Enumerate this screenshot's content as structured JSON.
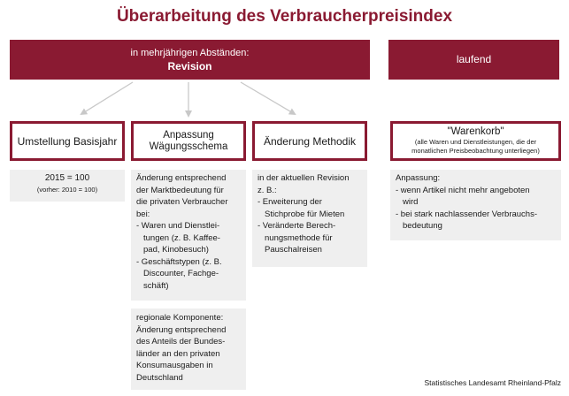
{
  "title": "Überarbeitung des Verbraucherpreisindex",
  "banner_left": {
    "line1": "in mehrjährigen Abständen:",
    "line2": "Revision"
  },
  "banner_right": {
    "label": "laufend"
  },
  "boxes": {
    "basisjahr": "Umstellung Basisjahr",
    "waegung_line1": "Anpassung",
    "waegung_line2": "Wägungsschema",
    "methodik": "Änderung Methodik",
    "warenkorb_title": "\"Warenkorb\"",
    "warenkorb_sub1": "(alle Waren und Dienstleistungen, die der",
    "warenkorb_sub2": "monatlichen Preisbeobachtung unterliegen)"
  },
  "panel_basisjahr": {
    "main": "2015 = 100",
    "sub": "(vorher: 2010 = 100)"
  },
  "panel_waegung": {
    "intro": [
      "Änderung entsprechend",
      "der Marktbedeutung für",
      "die privaten Verbraucher",
      "bei:"
    ],
    "items": [
      [
        "- Waren und Dienstlei-",
        "tungen (z. B. Kaffee-",
        "pad, Kinobesuch)"
      ],
      [
        "- Geschäftstypen (z. B.",
        "Discounter, Fachge-",
        "schäft)"
      ]
    ]
  },
  "panel_regional": {
    "lines": [
      "regionale Komponente:",
      "Änderung entsprechend",
      "des Anteils der Bundes-",
      "länder an den privaten",
      "Konsumausgaben in",
      "Deutschland"
    ]
  },
  "panel_methodik": {
    "intro": [
      "in der aktuellen Revision",
      "z. B.:"
    ],
    "items": [
      [
        "- Erweiterung der",
        "Stichprobe für Mieten"
      ],
      [
        "- Veränderte Berech-",
        "nungsmethode für",
        "Pauschalreisen"
      ]
    ]
  },
  "panel_warenkorb": {
    "intro": "Anpassung:",
    "items": [
      [
        "- wenn Artikel nicht mehr angeboten",
        "wird"
      ],
      [
        "- bei stark nachlassender Verbrauchs-",
        "bedeutung"
      ]
    ]
  },
  "source": "Statistisches Landesamt Rheinland-Pfalz",
  "colors": {
    "accent": "#8a1a32",
    "panel": "#efefef",
    "arrow": "#c8c8c8"
  }
}
